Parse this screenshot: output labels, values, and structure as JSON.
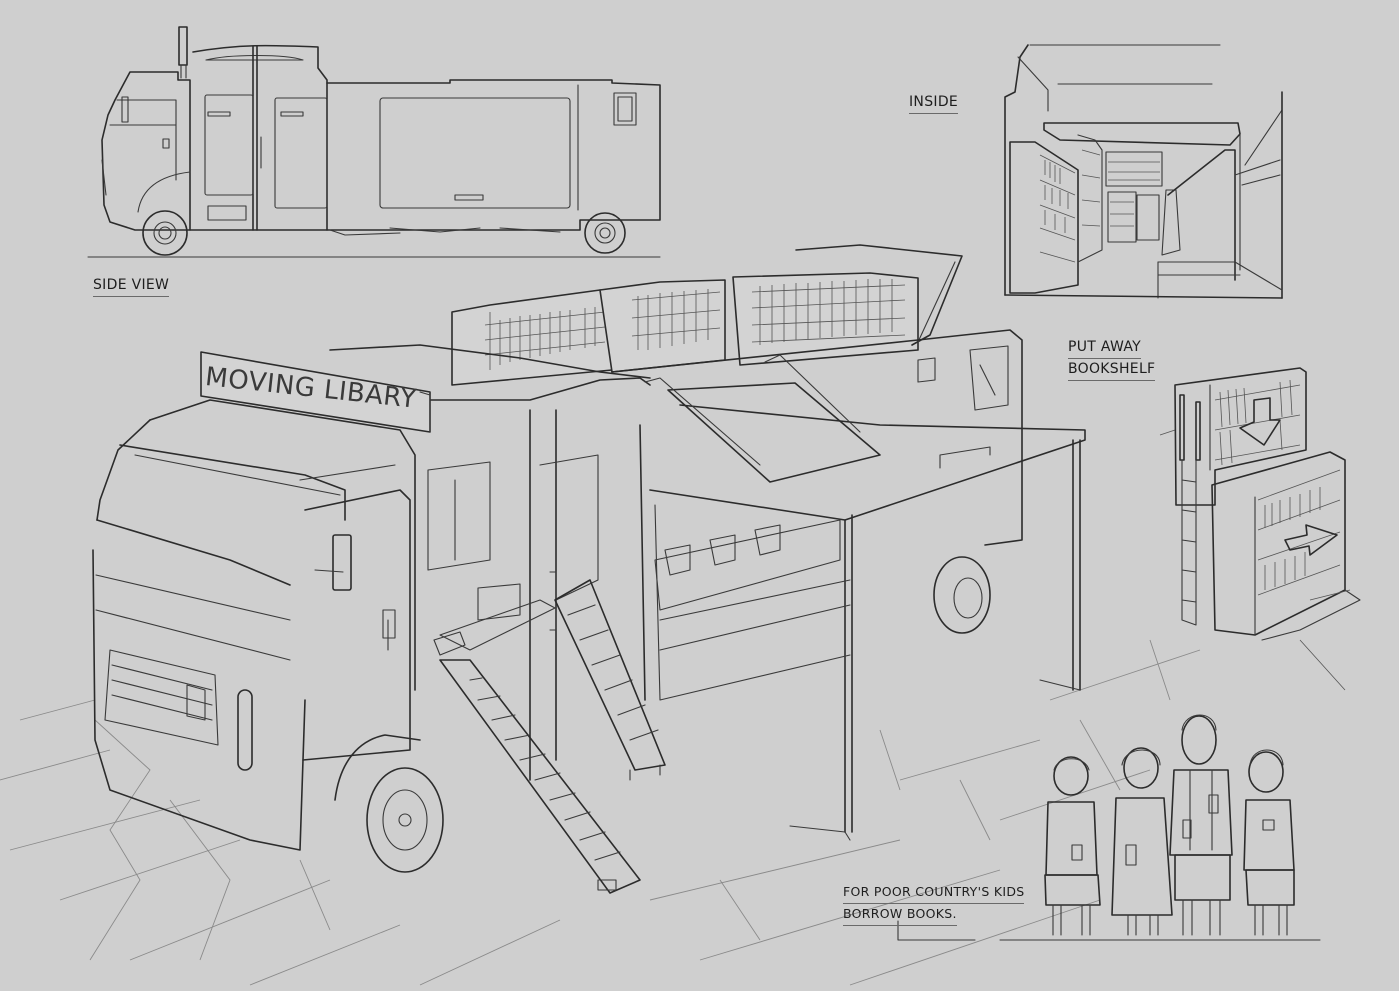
{
  "sheet": {
    "background_color": "#cfcfcf",
    "line_color": "#2c2c2c"
  },
  "labels": {
    "side_view": "SIDE VIEW",
    "inside": "INSIDE",
    "put_away_line1": "PUT AWAY",
    "put_away_line2": "BOOKSHELF",
    "kids_line1": "FOR POOR COUNTRY'S KIDS",
    "kids_line2": "BORROW BOOKS."
  },
  "truck": {
    "sign_text": "MOVING LIBARY"
  },
  "drawings": [
    {
      "id": "side-view",
      "description": "Side elevation of library truck"
    },
    {
      "id": "inside",
      "description": "Interior perspective with bookshelves"
    },
    {
      "id": "main-truck",
      "description": "Perspective of truck with opened awning, stairs, computer desks and roof bookshelves"
    },
    {
      "id": "put-away-bookshelf",
      "description": "Sliding bookshelf with down and right arrows"
    },
    {
      "id": "kids",
      "description": "Four children standing in a row",
      "count": 4
    }
  ]
}
